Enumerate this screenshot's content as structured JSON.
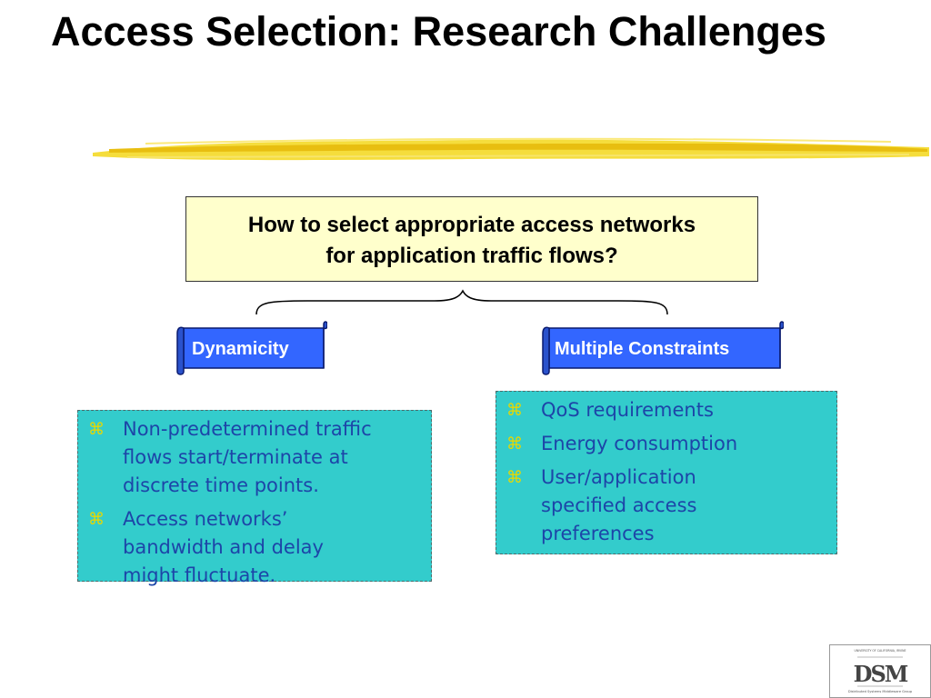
{
  "slide": {
    "title": "Access Selection: Research Challenges",
    "question": [
      "How to select appropriate access networks",
      "for application traffic flows?"
    ],
    "left_scroll": {
      "label": "Dynamicity"
    },
    "right_scroll": {
      "label": "Multiple Constraints"
    },
    "left_bullets": [
      "Non-predetermined traffic flows start/terminate at discrete time points.",
      "Access networks’ bandwidth and delay might fluctuate."
    ],
    "right_bullets": [
      "QoS requirements",
      "Energy consumption",
      "User/application specified access preferences"
    ],
    "bullet_glyph": "⌘",
    "logo": {
      "mark": "DSM",
      "top_text": "UNIVERSITY OF CALIFORNIA, IRVINE",
      "bottom_text": "Distributed Systems Middleware Group"
    },
    "colors": {
      "question_fill": "#ffffcc",
      "scroll_fill": "#3366ff",
      "teal_fill": "#33cccc",
      "bullet_text": "#1d45a8",
      "bullet_glyph": "#e8d800",
      "underline": "#f2d21e"
    }
  }
}
